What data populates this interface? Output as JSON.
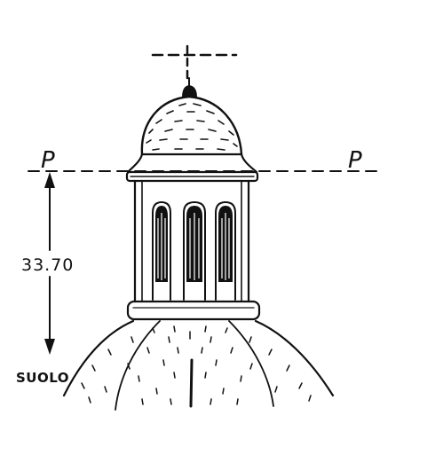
{
  "labels": {
    "plane_left": "P",
    "plane_right": "P",
    "height": "33.70",
    "ground": "SUOLO"
  },
  "colors": {
    "ink": "#111111",
    "paper": "#ffffff"
  }
}
